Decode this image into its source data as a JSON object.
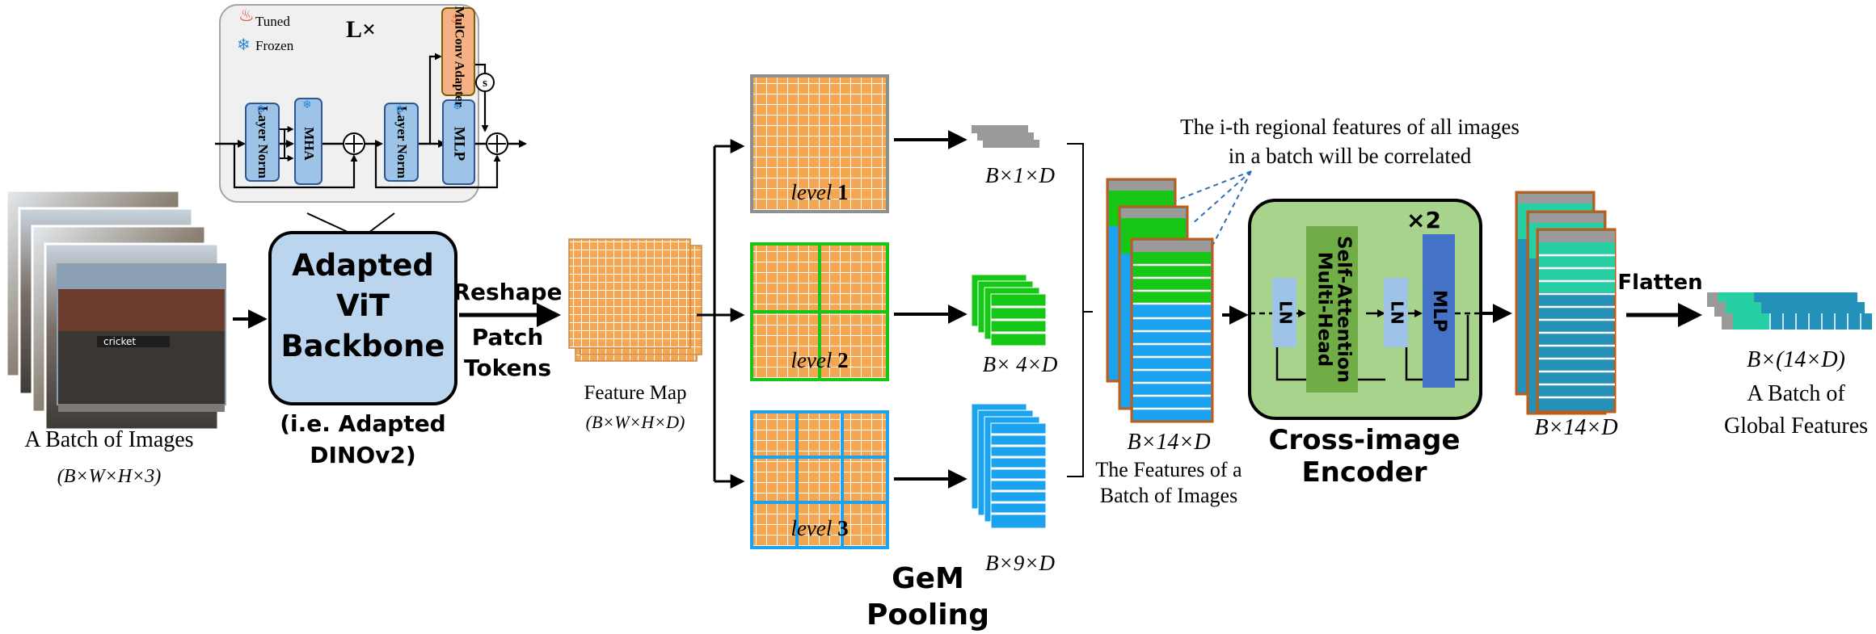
{
  "legend": {
    "tuned": "Tuned",
    "frozen": "Frozen"
  },
  "block": {
    "repeat": "L×",
    "layer_norm_1": "Layer Norm",
    "mha": "MHA",
    "layer_norm_2": "Layer Norm",
    "mlp": "MLP",
    "adapter": "MulConv Adapter",
    "scale": "s"
  },
  "input": {
    "label": "A Batch of Images",
    "shape": "(B×W×H×3)",
    "storefront_sign": "cricket"
  },
  "backbone": {
    "title_lines": [
      "Adapted",
      "ViT",
      "Backbone"
    ],
    "subtitle_lines": [
      "(i.e. Adapted",
      "DINOv2)"
    ]
  },
  "reshape": {
    "top": "Reshape",
    "bottom_lines": [
      "Patch",
      "Tokens"
    ]
  },
  "feature_map": {
    "label": "Feature Map",
    "shape": "(B×W×H×D)"
  },
  "pooling": {
    "levels": [
      {
        "word": "level",
        "num": "1",
        "shape": "B×1×D"
      },
      {
        "word": "level",
        "num": "2",
        "shape": "B× 4×D"
      },
      {
        "word": "level",
        "num": "3",
        "shape": "B×9×D"
      }
    ],
    "title_lines": [
      "GeM",
      "Pooling"
    ]
  },
  "annotation_lines": [
    "The i-th regional features of all images",
    "in a batch will be correlated"
  ],
  "batch_features": {
    "shape": "B×14×D",
    "label_lines": [
      "The Features of a",
      "Batch of Images"
    ]
  },
  "encoder": {
    "repeat": "×2",
    "ln1": "LN",
    "attn_lines": [
      "Multi-Head",
      "Self-Attention"
    ],
    "ln2": "LN",
    "mlp": "MLP",
    "title_lines": [
      "Cross-image",
      "Encoder"
    ]
  },
  "encoded": {
    "shape": "B×14×D"
  },
  "flatten": {
    "label": "Flatten"
  },
  "output": {
    "shape": "B×(14×D)",
    "label_lines": [
      "A Batch of",
      "Global Features"
    ]
  },
  "colors": {
    "orange": "#f5a650",
    "green": "#16c716",
    "blue": "#1ba3f0",
    "teal": "#2391b8",
    "mint": "#26d0a4",
    "encoder_bg": "#a8d38c",
    "backbone_bg": "#bcd5ee",
    "adapter": "#f4b183",
    "attn": "#70ad47",
    "mlp": "#4472c4"
  }
}
